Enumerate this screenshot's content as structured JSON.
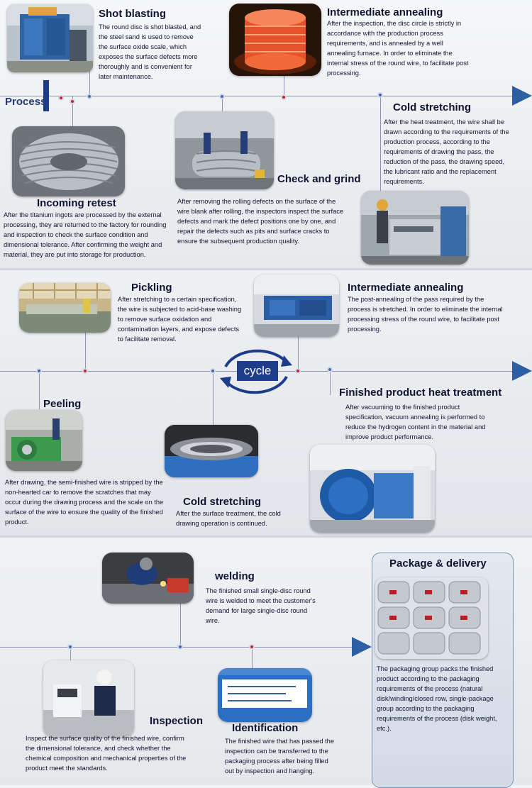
{
  "colors": {
    "line": "#8a93b8",
    "dot_red": "#c8262c",
    "dot_blue": "#3e6cb0",
    "arrow": "#2d5fa3",
    "accent": "#1d3d8a",
    "text": "#0e1533"
  },
  "section1": {
    "process_label": "Process",
    "shot_blasting": {
      "title": "Shot blasting",
      "text": "The round disc is shot blasted, and the steel sand is used to remove the surface oxide scale, which exposes the surface defects more thoroughly and is convenient for later maintenance.",
      "image": "shot-blasting-machine"
    },
    "intermediate_annealing": {
      "title": "Intermediate annealing",
      "text": "After the inspection, the disc circle is strictly in accordance with the production process requirements, and is annealed by a well annealing furnace. In order to eliminate the internal stress of the round wire, to facilitate post processing.",
      "image": "annealing-furnace-coil"
    },
    "cold_stretching": {
      "title": "Cold stretching",
      "text": "After the heat treatment, the wire shall be drawn according to the requirements of the production process, according to the requirements of drawing the pass, the reduction of the pass, the drawing speed, the lubricant ratio and the replacement requirements.",
      "image": "drawing-machine"
    },
    "check_grind": {
      "title": "Check and grind",
      "text": "After removing the rolling defects on the surface of the wire blank after rolling, the inspectors inspect the surface defects and mark the defect positions one by one, and repair the defects such as pits and surface cracks to ensure the subsequent production quality.",
      "image": "inspection-workshop"
    },
    "incoming_retest": {
      "title": "Incoming retest",
      "text": "After the titanium ingots are processed by the external processing, they are returned to the factory for rounding and inspection to check the surface condition and dimensional tolerance. After confirming the weight and material, they are put into storage for production.",
      "image": "wire-coil"
    }
  },
  "section2": {
    "cycle_label": "cycle",
    "pickling": {
      "title": "Pickling",
      "text": "After stretching to a certain specification, the wire is subjected to acid-base washing to remove surface oxidation and contamination layers, and expose defects to facilitate removal.",
      "image": "pickling-workshop"
    },
    "intermediate_annealing": {
      "title": "Intermediate annealing",
      "text": "The post-annealing of the pass required by the process is stretched. In order to eliminate the internal processing stress of the round wire, to facilitate post processing.",
      "image": "vacuum-annealing-room"
    },
    "peeling": {
      "title": "Peeling",
      "text": "After drawing, the semi-finished wire is stripped by the non-hearted car to remove the scratches that may occur during the drawing process and the scale on the surface of the wire to ensure the quality of the finished product.",
      "image": "peeling-machine"
    },
    "cold_stretching": {
      "title": "Cold stretching",
      "text": "After the surface treatment, the cold drawing operation is continued.",
      "image": "drawing-die"
    },
    "finished_heat": {
      "title": "Finished product heat treatment",
      "text": "After vacuuming to the finished product specification, vacuum annealing is performed to reduce the hydrogen content in the material and improve product performance.",
      "image": "vacuum-furnace"
    }
  },
  "section3": {
    "welding": {
      "title": "welding",
      "text": "The finished small single-disc round wire is welded to meet the customer's demand for large single-disc round wire.",
      "image": "welding-worker"
    },
    "package": {
      "title": "Package & delivery",
      "text": "The packaging group packs the finished product according to the packaging requirements of the process (natural disk/winding/closed row, single-package group according to the packaging requirements of the process (disk weight, etc.).",
      "image": "packaged-wire-spools"
    },
    "inspection": {
      "title": "Inspection",
      "text": "Inspect the surface quality of the finished wire, confirm the dimensional tolerance, and check whether the chemical composition and mechanical properties of the product meet the standards.",
      "image": "inspection-microscope"
    },
    "identification": {
      "title": "Identification",
      "text": "The finished wire that has passed the inspection can be transferred to the packaging process after being filled out by inspection and hanging.",
      "image": "labeled-package"
    }
  }
}
